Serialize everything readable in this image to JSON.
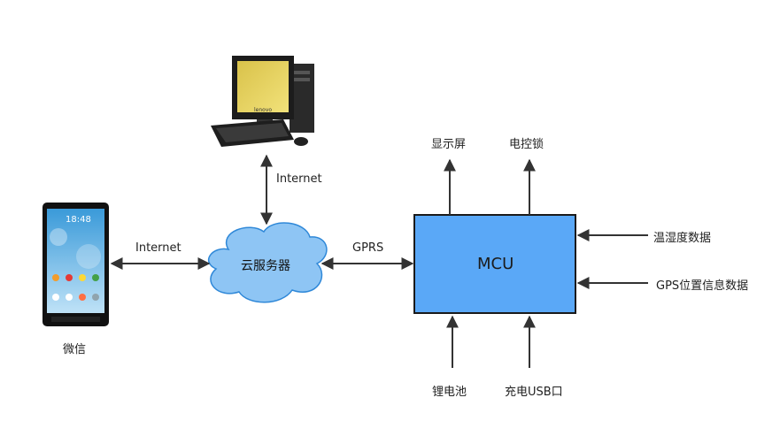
{
  "nodes": {
    "phone": {
      "caption": "微信",
      "clock": "18:48"
    },
    "computer": {
      "screen_text": "lenovo"
    },
    "cloud": {
      "label": "云服务器"
    },
    "mcu": {
      "label": "MCU"
    }
  },
  "links": {
    "phone_cloud": "Internet",
    "computer_cloud": "Internet",
    "cloud_mcu": "GPRS"
  },
  "outputs": {
    "display": "显示屏",
    "lock": "电控锁"
  },
  "inputs_right": {
    "temp_humidity": "温湿度数据",
    "gps": "GPS位置信息数据"
  },
  "inputs_bottom": {
    "battery": "锂电池",
    "usb": "充电USB口"
  },
  "colors": {
    "mcu_fill": "#5aa8f7",
    "cloud_fill": "#8ec5f4",
    "arrow": "#333333"
  }
}
